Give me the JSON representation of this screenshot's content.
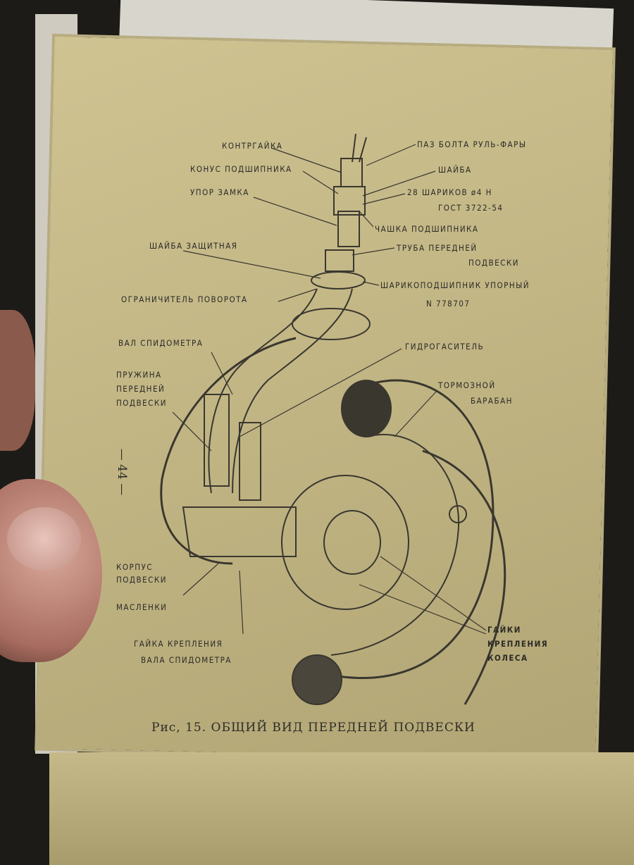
{
  "page_number": "— 44 —",
  "caption": "Рис, 15. ОБЩИЙ ВИД ПЕРЕДНЕЙ ПОДВЕСКИ",
  "labels": {
    "kontrgaika": "КОНТРГАЙКА",
    "konus": "КОНУС ПОДШИПНИКА",
    "upor": "УПОР ЗАМКА",
    "shaiba_zasch": "ШАЙБА ЗАЩИТНАЯ",
    "ogranichitel": "ОГРАНИЧИТЕЛЬ ПОВОРОТА",
    "val": "ВАЛ СПИДОМЕТРА",
    "pruzhina": [
      "ПРУЖИНА",
      "ПЕРЕДНЕЙ",
      "ПОДВЕСКИ"
    ],
    "korpus": [
      "КОРПУС",
      "ПОДВЕСКИ"
    ],
    "maslenki": "МАСЛЕНКИ",
    "gaika_val": [
      "ГАЙКА КРЕПЛЕНИЯ",
      "ВАЛА СПИДОМЕТРА"
    ],
    "paz": "ПАЗ БОЛТА РУЛЬ-ФАРЫ",
    "shaiba": "ШАЙБА",
    "shariki": [
      "28 ШАРИКОВ ø4 Н",
      "ГОСТ 3722-54"
    ],
    "chashka": "ЧАШКА ПОДШИПНИКА",
    "truba": [
      "ТРУБА ПЕРЕДНЕЙ",
      "ПОДВЕСКИ"
    ],
    "podshipnik": [
      "ШАРИКОПОДШИПНИК УПОРНЫЙ",
      "N 778707"
    ],
    "gidro": "ГИДРОГАСИТЕЛЬ",
    "baraban": [
      "ТОРМОЗНОЙ",
      "БАРАБАН"
    ],
    "gaiki_kolesa": [
      "ГАЙКИ",
      "КРЕПЛЕНИЯ",
      "КОЛЕСА"
    ]
  }
}
